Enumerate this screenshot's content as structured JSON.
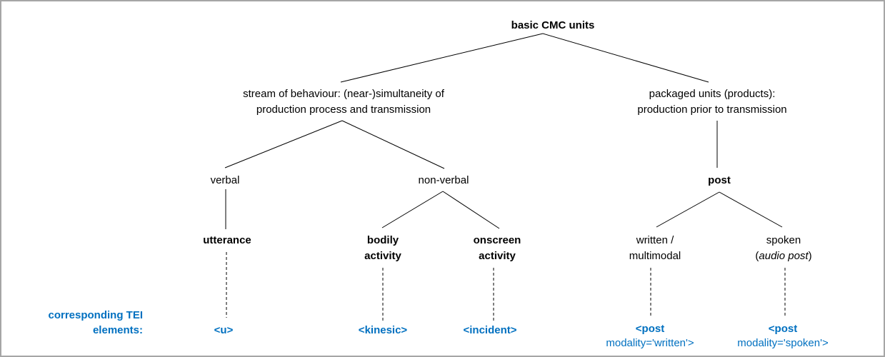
{
  "diagram": {
    "title": "basic CMC units",
    "nodes": {
      "root": {
        "label": "basic CMC units"
      },
      "stream": {
        "line1": "stream of behaviour: (near-)simultaneity of",
        "line2": "production process and transmission"
      },
      "packaged": {
        "line1": "packaged units (products):",
        "line2": "production prior to transmission"
      },
      "verbal": {
        "label": "verbal"
      },
      "nonverbal": {
        "label": "non-verbal"
      },
      "post": {
        "label": "post"
      },
      "utterance": {
        "label": "utterance"
      },
      "bodily": {
        "line1": "bodily",
        "line2": "activity"
      },
      "onscreen": {
        "line1": "onscreen",
        "line2": "activity"
      },
      "written": {
        "line1": "written /",
        "line2": "multimodal"
      },
      "spoken": {
        "line1": "spoken",
        "line2_open": "(",
        "line2_italic": "audio post",
        "line2_close": ")"
      }
    },
    "tei": {
      "caption_line1": "corresponding TEI",
      "caption_line2": "elements:",
      "u": "<u>",
      "kinesic": "<kinesic>",
      "incident": "<incident>",
      "post_written_line1": "<post",
      "post_written_line2": "modality='written'>",
      "post_spoken_line1": "<post",
      "post_spoken_line2": "modality='spoken'>"
    },
    "colors": {
      "accent_blue": "#0070C0",
      "line_color": "#000000",
      "border_gray": "#A6A6A6"
    }
  }
}
